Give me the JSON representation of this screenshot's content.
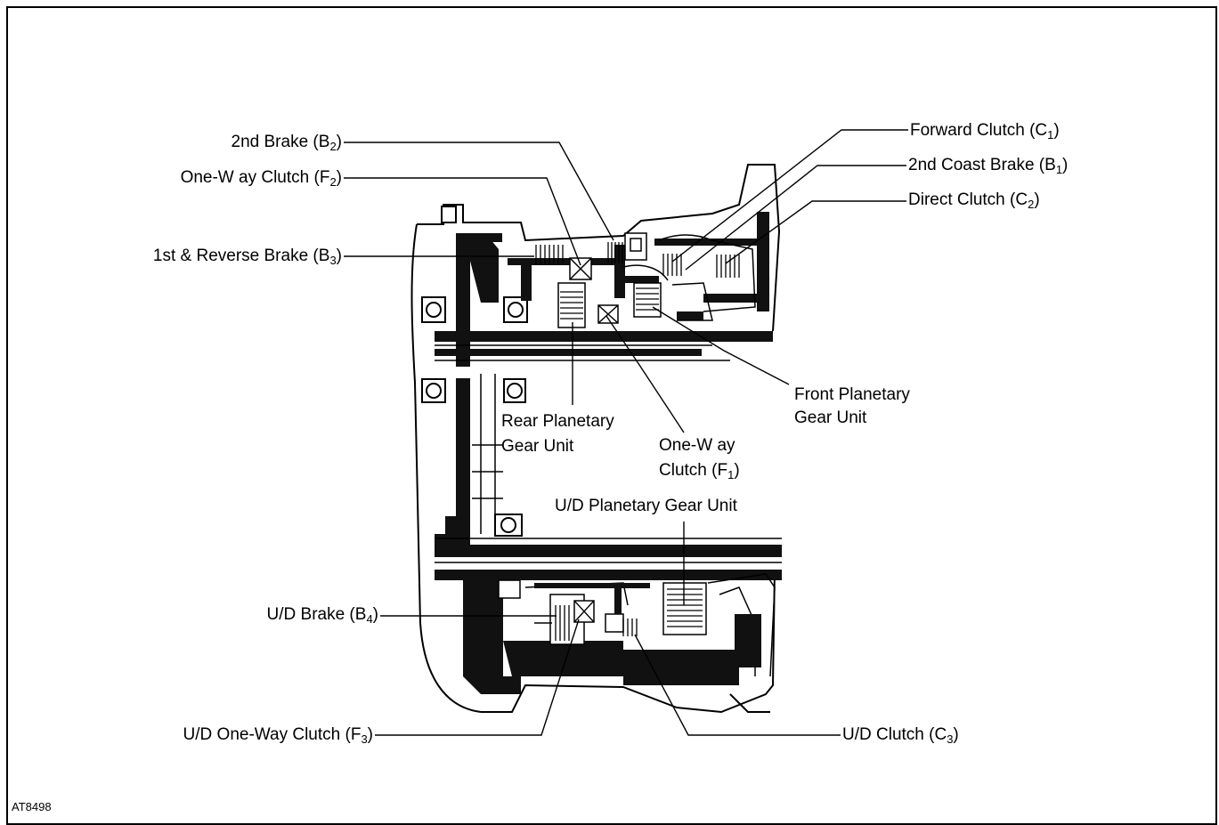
{
  "figure_code": "AT8498",
  "labels": {
    "second_brake": {
      "name": "2nd Brake (B",
      "sub": "2",
      "tail": ")"
    },
    "one_way_f2": {
      "name": "One-W ay Clutch (F",
      "sub": "2",
      "tail": ")"
    },
    "first_reverse_brake": {
      "name": "1st & Reverse Brake (B",
      "sub": "3",
      "tail": ")"
    },
    "forward_clutch": {
      "name": "Forward Clutch (C",
      "sub": "1",
      "tail": ")"
    },
    "second_coast_brake": {
      "name": "2nd Coast Brake (B",
      "sub": "1",
      "tail": ")"
    },
    "direct_clutch": {
      "name": "Direct Clutch (C",
      "sub": "2",
      "tail": ")"
    },
    "front_planetary": {
      "line1": "Front Planetary",
      "line2": "Gear Unit"
    },
    "rear_planetary": {
      "line1": "Rear Planetary",
      "line2": "Gear Unit"
    },
    "one_way_f1": {
      "line1": "One-W ay",
      "line2": "Clutch (F",
      "sub": "1",
      "tail": ")"
    },
    "ud_planetary": {
      "name": "U/D Planetary Gear Unit"
    },
    "ud_brake": {
      "name": "U/D Brake (B",
      "sub": "4",
      "tail": ")"
    },
    "ud_one_way": {
      "name": "U/D  One-Way Clutch (F",
      "sub": "3",
      "tail": ")"
    },
    "ud_clutch": {
      "name": "U/D Clutch (C",
      "sub": "3",
      "tail": ")"
    }
  }
}
